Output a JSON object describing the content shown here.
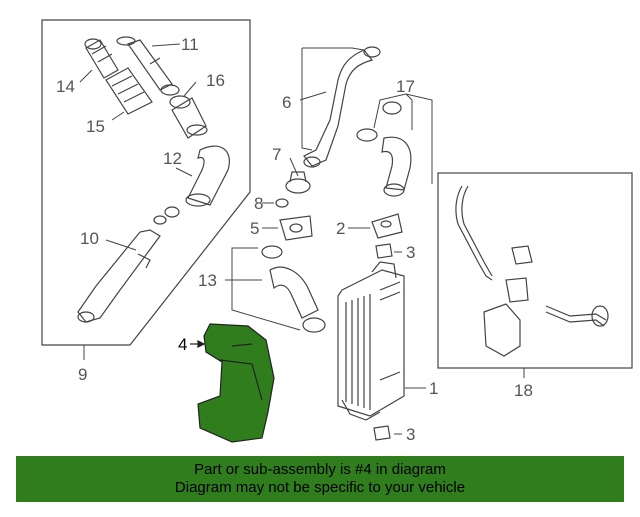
{
  "diagram": {
    "callouts": {
      "c1": "1",
      "c2": "2",
      "c3a": "3",
      "c3b": "3",
      "c4": "4",
      "c5": "5",
      "c6": "6",
      "c7": "7",
      "c8": "8",
      "c9": "9",
      "c10": "10",
      "c11": "11",
      "c12": "12",
      "c13": "13",
      "c14": "14",
      "c15": "15",
      "c16": "16",
      "c17": "17",
      "c18": "18"
    },
    "highlight_color": "#2f7d1d",
    "highlighted_part": "4"
  },
  "banner": {
    "line1": "Part or sub-assembly is #4 in diagram",
    "line2": "Diagram may not be specific to your vehicle",
    "background": "#2f7d1d"
  }
}
